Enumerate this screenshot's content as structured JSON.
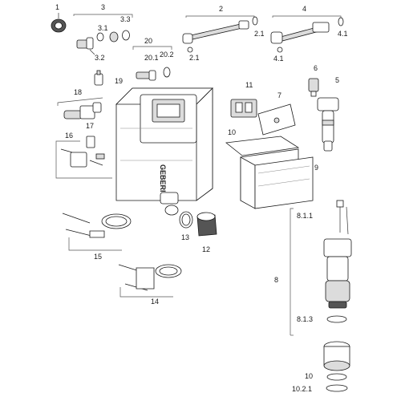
{
  "logo": {
    "text": "GEBERIT"
  },
  "callouts": [
    {
      "id": "1",
      "text": "1"
    },
    {
      "id": "3",
      "text": "3"
    },
    {
      "id": "3-1",
      "text": "3.1"
    },
    {
      "id": "3-2",
      "text": "3.2"
    },
    {
      "id": "3-3",
      "text": "3.3"
    },
    {
      "id": "2",
      "text": "2"
    },
    {
      "id": "2-1a",
      "text": "2.1"
    },
    {
      "id": "2-1b",
      "text": "2.1"
    },
    {
      "id": "4",
      "text": "4"
    },
    {
      "id": "4-1a",
      "text": "4.1"
    },
    {
      "id": "4-1b",
      "text": "4.1"
    },
    {
      "id": "20",
      "text": "20"
    },
    {
      "id": "20-1",
      "text": "20.1"
    },
    {
      "id": "20-2",
      "text": "20.2"
    },
    {
      "id": "19",
      "text": "19"
    },
    {
      "id": "18",
      "text": "18"
    },
    {
      "id": "17",
      "text": "17"
    },
    {
      "id": "16",
      "text": "16"
    },
    {
      "id": "11",
      "text": "11"
    },
    {
      "id": "7",
      "text": "7"
    },
    {
      "id": "6",
      "text": "6"
    },
    {
      "id": "5",
      "text": "5"
    },
    {
      "id": "10a",
      "text": "10"
    },
    {
      "id": "9",
      "text": "9"
    },
    {
      "id": "13",
      "text": "13"
    },
    {
      "id": "12",
      "text": "12"
    },
    {
      "id": "15",
      "text": "15"
    },
    {
      "id": "14",
      "text": "14"
    },
    {
      "id": "8-1-1",
      "text": "8.1.1"
    },
    {
      "id": "8",
      "text": "8"
    },
    {
      "id": "8-1-3",
      "text": "8.1.3"
    },
    {
      "id": "10b",
      "text": "10"
    },
    {
      "id": "10-2-1",
      "text": "10.2.1"
    }
  ]
}
